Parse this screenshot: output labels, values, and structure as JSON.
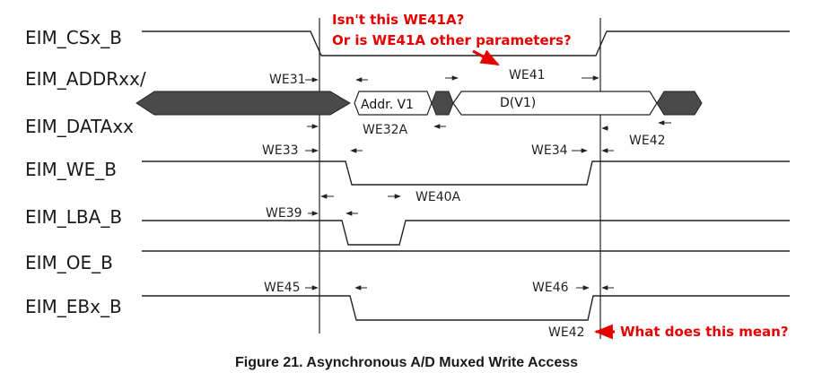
{
  "signals": {
    "cs": "EIM_CSx_B",
    "addr": "EIM_ADDRxx/",
    "data": "EIM_DATAxx",
    "we": "EIM_WE_B",
    "lba": "EIM_LBA_B",
    "oe": "EIM_OE_B",
    "eb": "EIM_EBx_B"
  },
  "bus": {
    "addr_box": "Addr. V1",
    "data_box": "D(V1)"
  },
  "params": {
    "we31": "WE31",
    "we41": "WE41",
    "we32a": "WE32A",
    "we33": "WE33",
    "we34": "WE34",
    "we42_upper": "WE42",
    "we40a": "WE40A",
    "we39": "WE39",
    "we45": "WE45",
    "we46": "WE46",
    "we42_lower": "WE42"
  },
  "annotations": {
    "question_line1": "Isn't this WE41A?",
    "question_line2": "Or is WE41A other parameters?",
    "question_bottom": "What does this mean?"
  },
  "caption": "Figure 21. Asynchronous A/D Muxed Write Access",
  "colors": {
    "annotation": "#e60000",
    "bus_fill": "#4a4a4a"
  }
}
